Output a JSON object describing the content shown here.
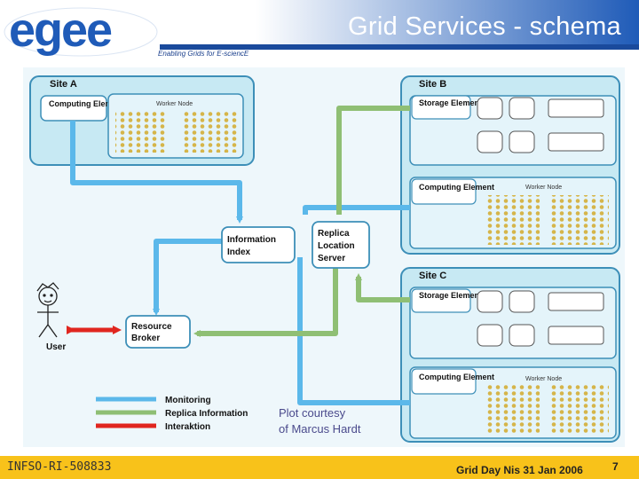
{
  "header": {
    "logo_text": "egee",
    "title": "Grid Services - schema",
    "tagline": "Enabling Grids for E-sciencE"
  },
  "diagram": {
    "site_a": {
      "label": "Site A",
      "ce": "Computing Element",
      "wn": "Worker Node"
    },
    "site_b": {
      "label": "Site B",
      "se": "Storage Element",
      "ce": "Computing Element",
      "wn": "Worker Node"
    },
    "site_c": {
      "label": "Site C",
      "se": "Storage Element",
      "ce": "Computing Element",
      "wn": "Worker Node"
    },
    "information_index": [
      "Information",
      "Index"
    ],
    "replica_location_server": [
      "Replica",
      "Location",
      "Server"
    ],
    "resource_broker": [
      "Resource",
      "Broker"
    ],
    "user": "User",
    "legend": [
      {
        "label": "Monitoring",
        "color": "#5bb8ea"
      },
      {
        "label": "Replica Information",
        "color": "#8fbf74"
      },
      {
        "label": "Interaktion",
        "color": "#e0261f"
      }
    ],
    "credit": [
      "Plot courtesy",
      "of Marcus Hardt"
    ]
  },
  "footer": {
    "left": "INFSO-RI-508833",
    "center": "Grid Day Nis 31 Jan 2006",
    "page": "7"
  },
  "colors": {
    "site_fill": "#c7e9f3",
    "site_stroke": "#3d8fb8",
    "box_fill": "#ffffff",
    "node_dot": "#d5b54a",
    "monitoring": "#5bb8ea",
    "replica": "#8fbf74",
    "interaction": "#e0261f",
    "footer": "#f8c21a"
  }
}
